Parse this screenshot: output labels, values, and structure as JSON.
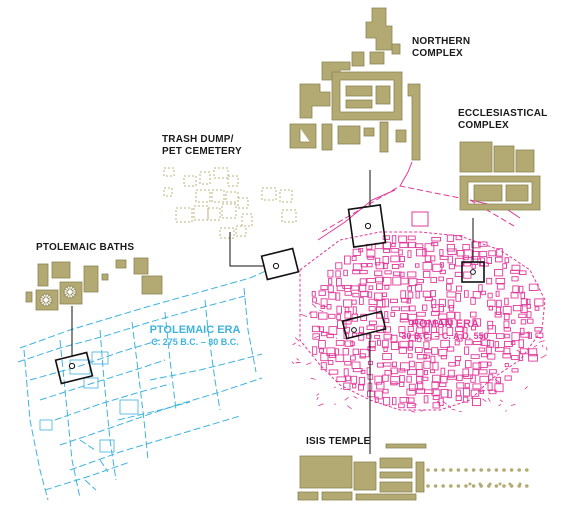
{
  "colors": {
    "ptolemaic": "#3fb3e0",
    "roman": "#e0399a",
    "building": "#b3aa73",
    "building_edge": "#8c8454",
    "trash": "#bdb27a",
    "text": "#1a1a1a",
    "callout": "#111111"
  },
  "labels": {
    "northern": [
      "NORTHERN",
      "COMPLEX"
    ],
    "ecclesiastical": [
      "ECCLESIASTICAL",
      "COMPLEX"
    ],
    "trash": [
      "TRASH DUMP/",
      "PET CEMETERY"
    ],
    "ptolemaic_baths": "PTOLEMAIC BATHS",
    "isis": "ISIS TEMPLE"
  },
  "eras": {
    "ptolemaic": {
      "name": "PTOLEMAIC ERA",
      "dates": "C. 275 B.C. – 30 B.C."
    },
    "roman": {
      "name": "ROMAN ERA",
      "dates": "30 B.C. – C. A.D. 550"
    }
  }
}
